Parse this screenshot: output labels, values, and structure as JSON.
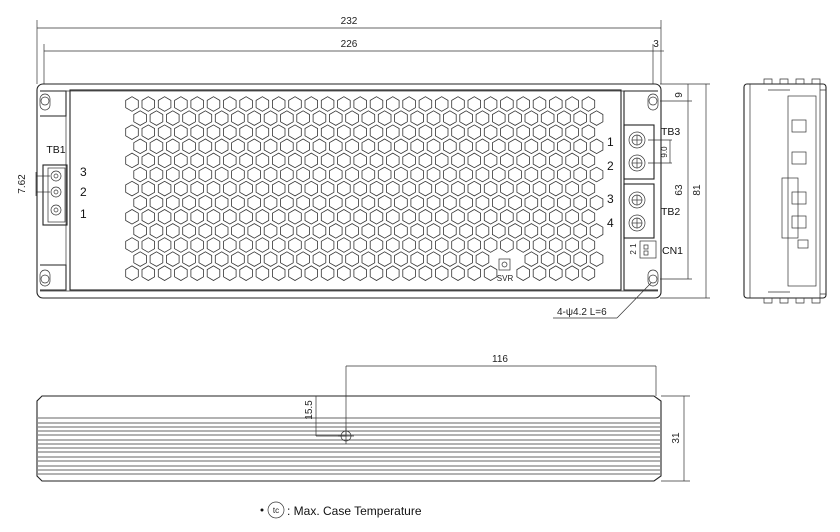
{
  "dimensions": {
    "overall_width": "232",
    "hole_pitch": "226",
    "hole_edge": "3",
    "hole_top": "9",
    "height_63": "63",
    "height_81": "81",
    "tb1_pitch": "7.62",
    "tb_pitch": "9.0",
    "tc_x": "116",
    "tc_y": "15.5",
    "side_height": "31"
  },
  "labels": {
    "tb1": "TB1",
    "tb2": "TB2",
    "tb3": "TB3",
    "cn1": "CN1",
    "cn1_pins": "2 1",
    "svr": "SVR",
    "mount": "4-ψ4.2 L=6"
  },
  "pins": {
    "tb1": [
      "3",
      "2",
      "1"
    ],
    "tb3": [
      "1",
      "2"
    ],
    "tb2": [
      "3",
      "4"
    ]
  },
  "legend": {
    "symbol": "tc",
    "text": ": Max. Case Temperature"
  }
}
